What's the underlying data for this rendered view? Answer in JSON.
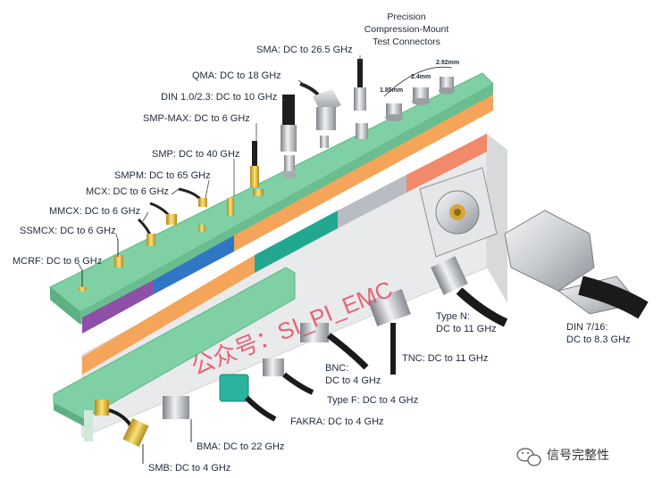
{
  "title_block": {
    "line1": "Precision",
    "line2": "Compression-Mount",
    "line3": "Test Connectors"
  },
  "test_sizes": [
    "1.85mm",
    "2.4mm",
    "2.92mm"
  ],
  "connectors": {
    "sma": "SMA: DC to 26.5 GHz",
    "qma": "QMA: DC to 18 GHz",
    "din_1023": "DIN 1.0/2.3: DC to 10 GHz",
    "smp_max": "SMP-MAX: DC to 6 GHz",
    "smp": "SMP: DC to 40 GHz",
    "smpm": "SMPM: DC to 65 GHz",
    "mcx": "MCX: DC to 6 GHz",
    "mmcx": "MMCX: DC to 6 GHz",
    "ssmcx": "SSMCX: DC to 6 GHz",
    "mcrf": "MCRF: DC to 6 GHz",
    "type_n_1": "Type N:",
    "type_n_2": "DC to 11 GHz",
    "din_716_1": "DIN 7/16:",
    "din_716_2": "DC to 8.3 GHz",
    "tnc": "TNC: DC to 11 GHz",
    "bnc_1": "BNC:",
    "bnc_2": "DC to 4 GHz",
    "type_f": "Type F: DC to 4 GHz",
    "fakra": "FAKRA: DC to 4 GHz",
    "bma": "BMA: DC to 22 GHz",
    "smb": "SMB: DC to 4 GHz"
  },
  "watermark": "公众号：SI_PI_EMC",
  "brand": "信号完整性",
  "brand_icon": "wechat-icon",
  "colors": {
    "board_green": "#7fd0a4",
    "strip_orange": "#f5a55a",
    "strip_purple": "#8e4fa6",
    "strip_blue": "#2f77c4",
    "strip_teal": "#22a890",
    "strip_gray": "#b8bcc4",
    "strip_salmon": "#f08a6a",
    "fakra_teal": "#2bb3a0"
  }
}
